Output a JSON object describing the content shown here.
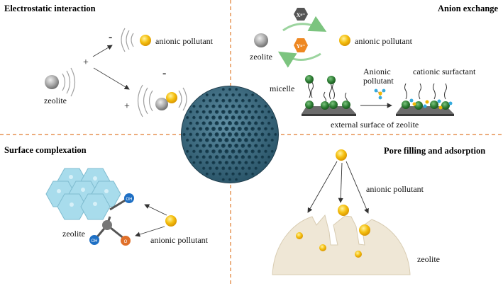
{
  "quadrants": {
    "electrostatic": {
      "title": "Electrostatic interaction",
      "zeolite_label": "zeolite",
      "pollutant_label": "anionic pollutant",
      "minus_sign": "-",
      "plus_sign": "+"
    },
    "anion_exchange": {
      "title": "Anion exchange",
      "zeolite_label": "zeolite",
      "pollutant_label": "anionic pollutant",
      "ion_x": "Xⁿ⁻",
      "ion_y": "Yⁿ⁻",
      "micelle_label": "micelle",
      "anionic_pollutant_line1": "Anionic",
      "anionic_pollutant_line2": "pollutant",
      "cationic_surfactant_label": "cationic surfactant",
      "surface_label": "external surface of zeolite"
    },
    "surface_complexation": {
      "title": "Surface complexation",
      "zeolite_label": "zeolite",
      "pollutant_label": "anionic pollutant",
      "oh_label": "OH",
      "o_label": "O"
    },
    "pore_filling": {
      "title": "Pore filling and adsorption",
      "pollutant_label": "anionic pollutant",
      "zeolite_label": "zeolite"
    }
  },
  "colors": {
    "divider": "#e07b2e",
    "pollutant": "#f2b705",
    "zeolite": "#9e9e9e",
    "micelle": "#2e7d32",
    "hexagon": "#a8dcec",
    "center_sphere": "#3d6b80",
    "pore_block": "#efe7d6",
    "ion_x": "#555555",
    "ion_y": "#ee8822"
  }
}
